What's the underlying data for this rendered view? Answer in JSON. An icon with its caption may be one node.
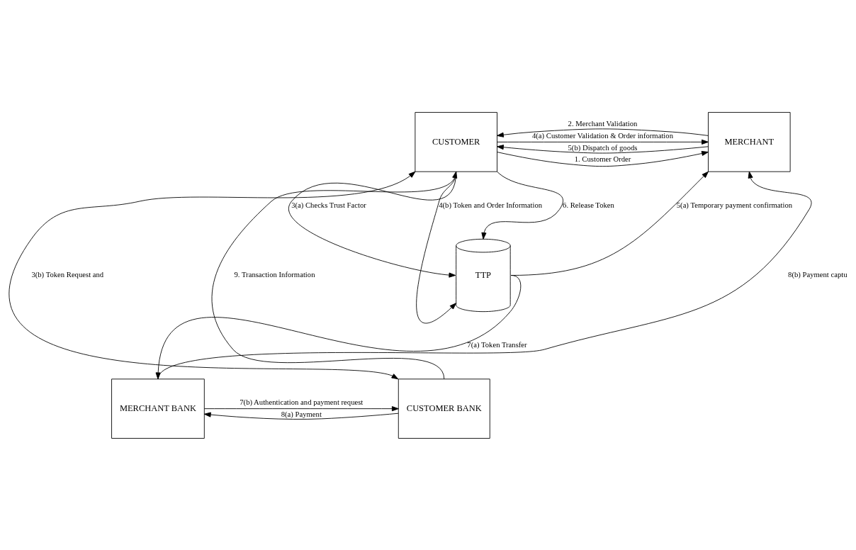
{
  "diagram": {
    "nodes": [
      {
        "text": [
          "CUSTOMER"
        ]
      },
      {
        "text": [
          "MERCHANT"
        ]
      },
      {
        "text": [
          "TTP"
        ]
      },
      {
        "text": [
          "CUSTOMER BANK"
        ]
      },
      {
        "text": [
          "MERCHANT BANK"
        ]
      }
    ],
    "edges": [
      {
        "from": 1,
        "to": 0,
        "arrow": "to",
        "label": "5(b) Dispatch of goods"
      },
      {
        "from": 0,
        "to": 1,
        "arrow": "to",
        "label": "1. Customer Order"
      },
      {
        "from": 1,
        "to": 0,
        "arrow": "to",
        "label": "2. Merchant Validation"
      },
      {
        "from": 0,
        "to": 1,
        "arrow": "to",
        "label": "4(a) Customer Validation & Order information"
      },
      {
        "from": 0,
        "to": 2,
        "arrow": "to",
        "label": "6. Release Token"
      },
      {
        "from": 2,
        "to": 1,
        "arrow": "to",
        "label": "5(a) Temporary payment confirmation"
      },
      {
        "from": 0,
        "to": 2,
        "arrow": "to",
        "label": "3(a) Checks Trust Factor"
      },
      {
        "from": 0,
        "to": 2,
        "arrow": "to",
        "label": "4(b) Token and Order Information"
      },
      {
        "from": 0,
        "to": 3,
        "arrow": "both",
        "label": "3(b) Token Request and"
      },
      {
        "from": 3,
        "to": 0,
        "arrow": "to",
        "label": "9. Transaction Information"
      },
      {
        "from": 2,
        "to": 4,
        "arrow": "to",
        "label": "7(a) Token Transfer"
      },
      {
        "from": 4,
        "to": 3,
        "arrow": "to",
        "label": "7(b) Authentication and payment request"
      },
      {
        "from": 3,
        "to": 4,
        "arrow": "to",
        "label": "8(a) Payment"
      },
      {
        "from": 4,
        "to": 1,
        "arrow": "to",
        "label": "8(b) Payment captu"
      }
    ]
  }
}
